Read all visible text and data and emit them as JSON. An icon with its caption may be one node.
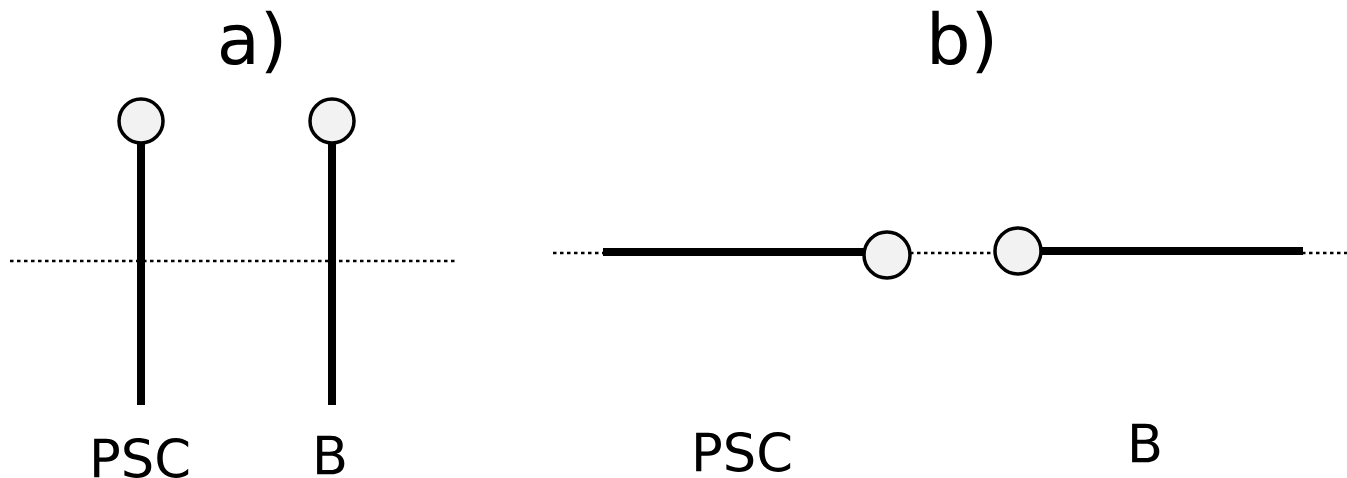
{
  "diagram": {
    "labels": [
      "a)",
      "b)",
      "PSC",
      "B",
      "PSC",
      "B"
    ]
  }
}
